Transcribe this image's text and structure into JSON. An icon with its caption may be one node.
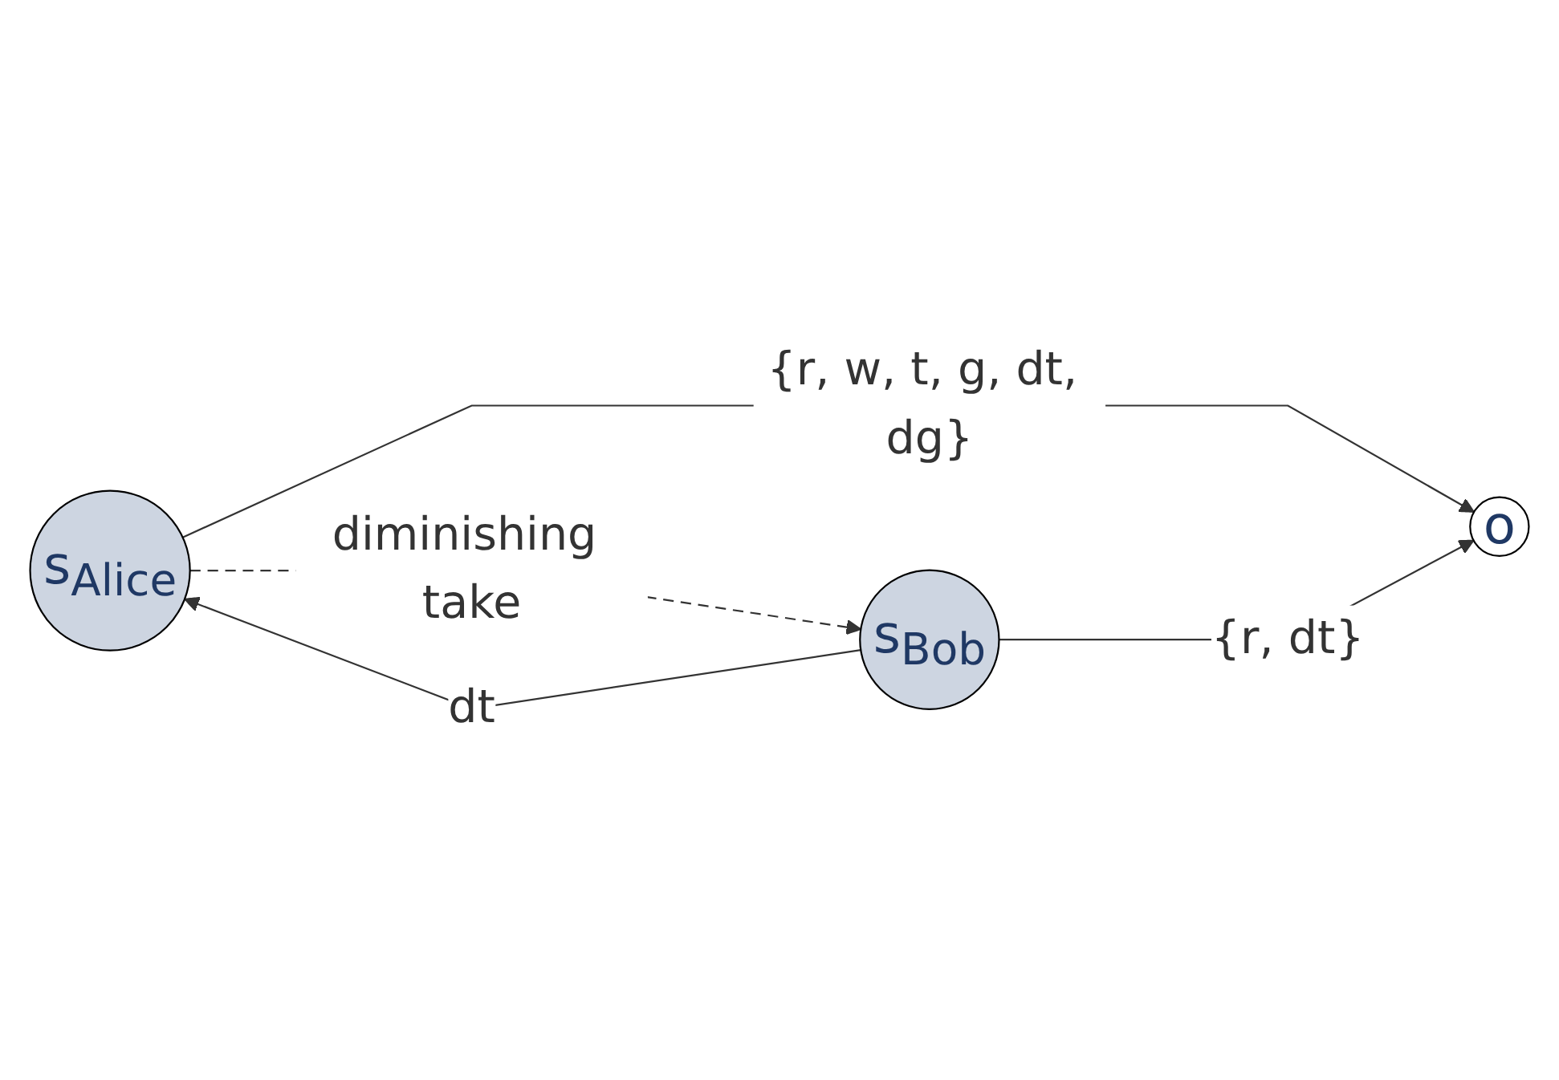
{
  "diagram": {
    "nodes": [
      {
        "text": [
          "s$_{Alice}$"
        ]
      },
      {
        "text": [
          "o"
        ]
      },
      {
        "text": [
          "s$_{Bob}$"
        ]
      }
    ],
    "edges": [
      {
        "from": 0,
        "to": 1,
        "arrow": "to",
        "label": "{r, w, t, g, dt, dg}"
      },
      {
        "from": 2,
        "to": 0,
        "arrow": "to",
        "label": "dt"
      },
      {
        "from": 0,
        "to": 2,
        "arrow": "to",
        "label": "diminishing take",
        "style": "dashed"
      },
      {
        "from": 2,
        "to": 1,
        "arrow": "to",
        "label": "{r, dt}"
      }
    ]
  }
}
